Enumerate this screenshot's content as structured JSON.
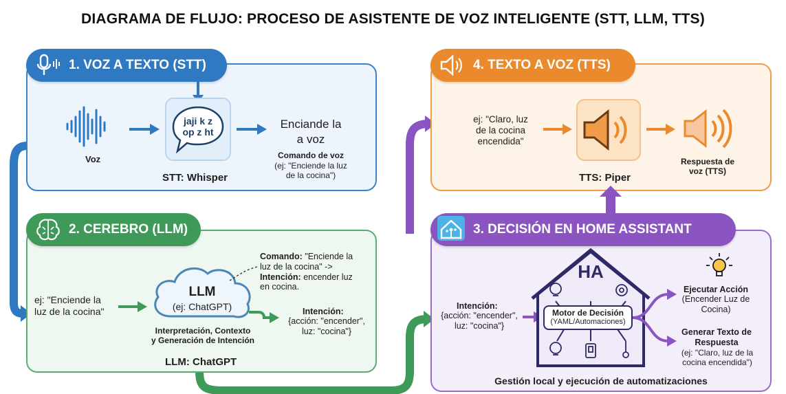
{
  "title": "DIAGRAMA DE FLUJO: PROCESO DE ASISTENTE DE VOZ INTELIGENTE (STT, LLM, TTS)",
  "colors": {
    "stt": "#2f78c2",
    "llm": "#3f9a5a",
    "tts": "#eb8a2c",
    "ha": "#8a55c0"
  },
  "stt": {
    "header": "1. VOZ A TEXTO (STT)",
    "header_icon": "microphone-icon",
    "voice_label": "Voz",
    "bubble_text": [
      "jaji k z",
      "op z ht"
    ],
    "engine_label": "STT: Whisper",
    "output_text": [
      "Enciande la",
      "a voz"
    ],
    "command_label": "Comando de voz",
    "command_example": [
      "(ej: \"Enciende la luz",
      "de la cocina\")"
    ]
  },
  "llm": {
    "header": "2. CEREBRO (LLM)",
    "header_icon": "brain-icon",
    "input_example": [
      "ej: \"Enciende la",
      "luz de la cocina\""
    ],
    "cloud_title": "LLM",
    "cloud_subtitle": "(ej: ChatGPT)",
    "process_label": [
      "Interpretación, Contexto",
      "y Generación de Intención"
    ],
    "engine_label": "LLM: ChatGPT",
    "command_title": "Comando:",
    "command_text": " \"Enciende la",
    "command_text2": "luz de la cocina\" ->",
    "intent_title": "Intención:",
    "intent_text": " encender luz",
    "intent_text2": "en cocina.",
    "output_title": "Intención:",
    "output_json": [
      "{acción: \"encender\",",
      "luz: \"cocina\"}"
    ]
  },
  "ha": {
    "header": "3. DECISIÓN EN HOME ASSISTANT",
    "header_icon": "home-assistant-icon",
    "input_title": "Intención:",
    "input_json": [
      "{acción: \"encender\",",
      "luz: \"cocina\"}"
    ],
    "house_label": "HA",
    "engine_title": "Motor de Decisión",
    "engine_subtitle": "(YAML/Automaciones)",
    "action_title": "Ejecutar Acción",
    "action_text": [
      "(Encender Luz de",
      "Cocina)"
    ],
    "response_title": [
      "Generar Texto de",
      "Respuesta"
    ],
    "response_text": [
      "(ej: \"Claro, luz de la",
      "cocina encendida\")"
    ],
    "footer": "Gestión local y ejecución de automatizaciones"
  },
  "tts": {
    "header": "4. TEXTO A VOZ (TTS)",
    "header_icon": "speaker-icon",
    "input_example": [
      "ej: \"Claro, luz",
      "de la cocina",
      "encendida\""
    ],
    "engine_label": "TTS: Piper",
    "output_label": [
      "Respuesta de",
      "voz (TTS)"
    ]
  }
}
